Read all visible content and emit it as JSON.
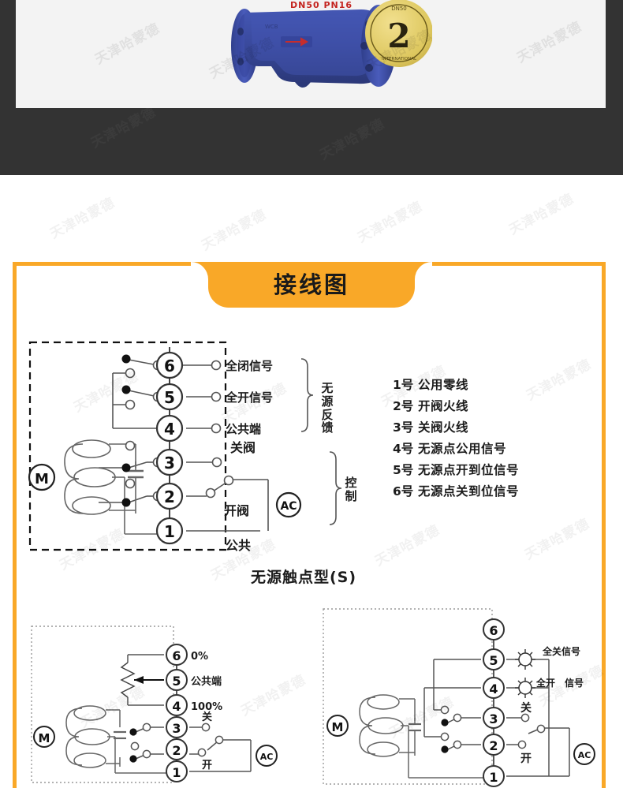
{
  "watermark": {
    "text": "天津哈蒙德"
  },
  "hero": {
    "product_name": "valve-photo",
    "valve_body_label": "DN50 PN16",
    "tag_number": "2",
    "tag_top_text": "DN50",
    "colors": {
      "background": "#333333",
      "panel": "#f3f3f3",
      "valve_blue": "#3a4a9e",
      "tag_yellow": "#e8d36a"
    }
  },
  "section": {
    "banner_title": "接线图",
    "accent_color": "#F9A828"
  },
  "main_diagram": {
    "caption": "无源触点型(S)",
    "motor_label": "M",
    "ac_label": "AC",
    "terminals": [
      "6",
      "5",
      "4",
      "3",
      "2",
      "1"
    ],
    "terminal_labels": {
      "t6": "全闭信号",
      "t5": "全开信号",
      "t4": "公共端",
      "t3": "关阀",
      "t2": "开阀",
      "t1": "公共"
    },
    "group_feedback": "无源反馈",
    "group_control": "控制"
  },
  "legend": {
    "rows": [
      {
        "num": "1号",
        "txt": "公用零线"
      },
      {
        "num": "2号",
        "txt": "开阀火线"
      },
      {
        "num": "3号",
        "txt": "关阀火线"
      },
      {
        "num": "4号",
        "txt": "无源点公用信号"
      },
      {
        "num": "5号",
        "txt": "无源点开到位信号"
      },
      {
        "num": "6号",
        "txt": "无源点关到位信号"
      }
    ]
  },
  "bottom_left_diagram": {
    "motor_label": "M",
    "ac_label": "AC",
    "terminals": [
      "6",
      "5",
      "4",
      "3",
      "2",
      "1"
    ],
    "terminal_labels": {
      "t6": "0%",
      "t5": "公共端",
      "t4": "100%",
      "t3": "关",
      "t2": "开"
    }
  },
  "bottom_right_diagram": {
    "motor_label": "M",
    "ac_label": "AC",
    "terminals": [
      "6",
      "5",
      "4",
      "3",
      "2",
      "1"
    ],
    "terminal_labels": {
      "t5": "全关信号",
      "t4a": "全开",
      "t4b": "信号",
      "t3": "关",
      "t2": "开"
    }
  }
}
